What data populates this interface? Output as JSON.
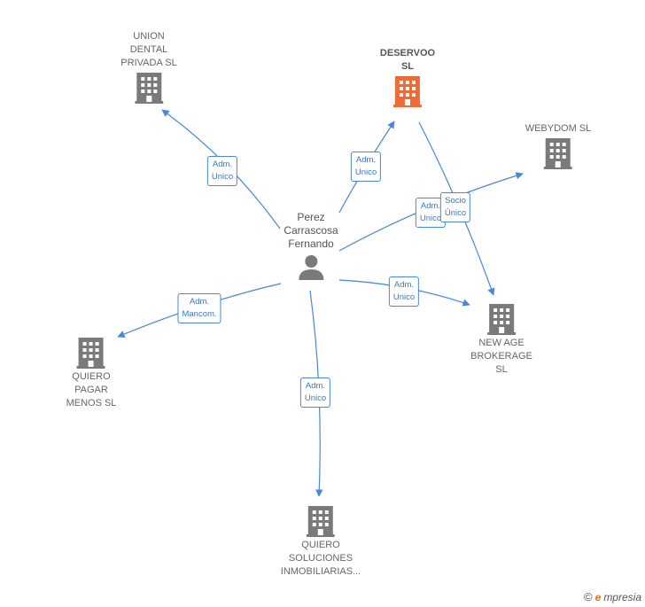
{
  "center": {
    "name": "Perez\nCarrascosa\nFernando"
  },
  "companies": [
    {
      "id": "union",
      "name": "UNION\nDENTAL\nPRIVADA SL"
    },
    {
      "id": "deservoo",
      "name": "DESERVOO\nSL"
    },
    {
      "id": "webydom",
      "name": "WEBYDOM SL"
    },
    {
      "id": "newage",
      "name": "NEW AGE\nBROKERAGE\nSL"
    },
    {
      "id": "quieropagar",
      "name": "QUIERO\nPAGAR\nMENOS SL"
    },
    {
      "id": "quierosol",
      "name": "QUIERO\nSOLUCIONES\nINMOBILIARIAS..."
    }
  ],
  "relations": [
    {
      "id": "r-union",
      "label": "Adm.\nUnico"
    },
    {
      "id": "r-deservoo",
      "label": "Adm.\nUnico"
    },
    {
      "id": "r-webydom",
      "label": "Adm.\nUnico"
    },
    {
      "id": "r-socio",
      "label": "Socio\nÚnico"
    },
    {
      "id": "r-newage",
      "label": "Adm.\nUnico"
    },
    {
      "id": "r-quieropagar",
      "label": "Adm.\nMancom."
    },
    {
      "id": "r-quierosol",
      "label": "Adm.\nUnico"
    }
  ],
  "colors": {
    "edge": "#4a86d8",
    "building": "#7a7a7a",
    "highlight": "#f06a35"
  },
  "footer": {
    "copyright": "©",
    "brand_initial": "e",
    "brand_rest": "mpresia"
  }
}
